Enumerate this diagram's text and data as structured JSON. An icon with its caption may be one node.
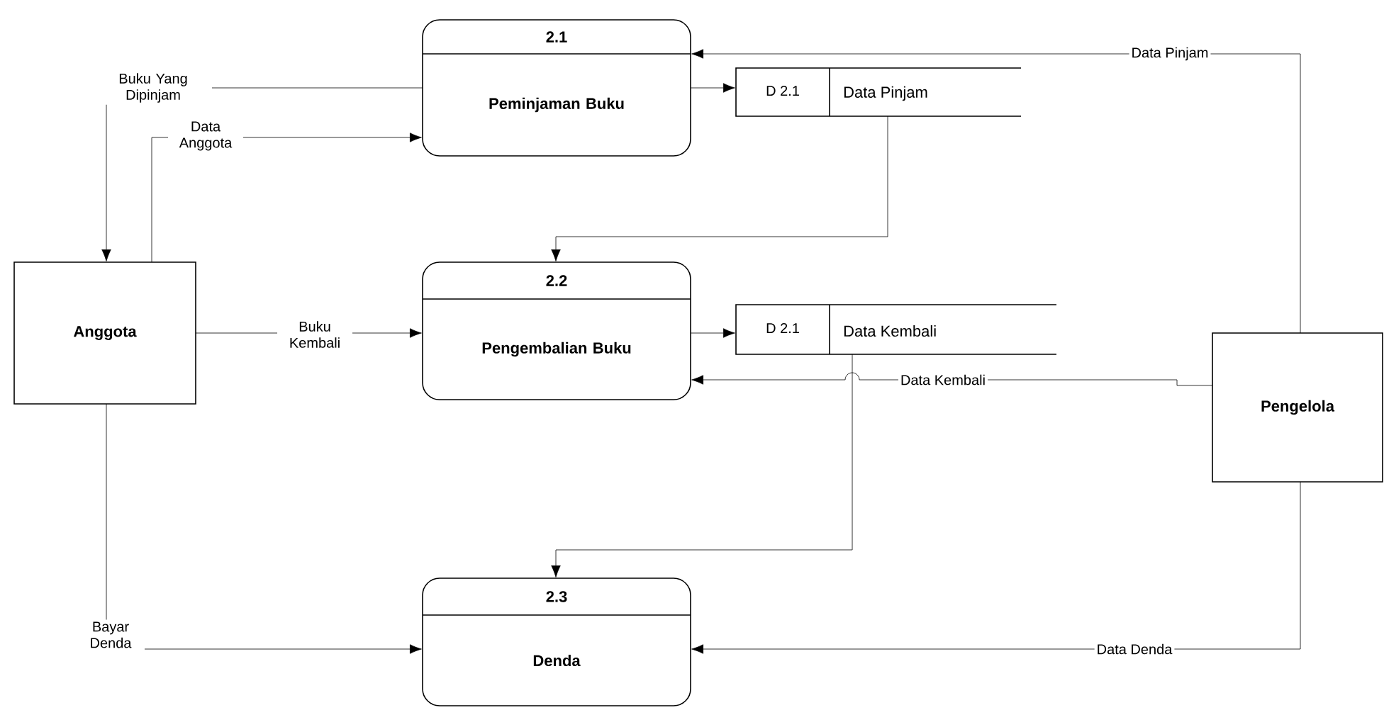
{
  "diagram": {
    "nodes": [
      {
        "text": [
          "Anggota"
        ]
      },
      {
        "text": [
          "2.1",
          "Peminjaman Buku"
        ]
      },
      {
        "text": [
          "D 2.1",
          "Data Pinjam"
        ]
      },
      {
        "text": [
          "2.2",
          "Pengembalian Buku"
        ]
      },
      {
        "text": [
          "D 2.1",
          "Data Kembali"
        ]
      },
      {
        "text": [
          "2.3",
          "Denda"
        ]
      },
      {
        "text": [
          "Pengelola"
        ]
      }
    ],
    "edges": [
      {
        "from": 1,
        "to": 0,
        "arrow": "to",
        "label": "Buku Yang Dipinjam"
      },
      {
        "from": 0,
        "to": 1,
        "arrow": "to",
        "label": "Data Anggota"
      },
      {
        "from": 1,
        "to": 2,
        "arrow": "to"
      },
      {
        "from": 2,
        "to": 3,
        "arrow": "to"
      },
      {
        "from": 0,
        "to": 3,
        "arrow": "to",
        "label": "Buku Kembali"
      },
      {
        "from": 3,
        "to": 4,
        "arrow": "to"
      },
      {
        "from": 6,
        "to": 3,
        "arrow": "to",
        "label": "Data Kembali"
      },
      {
        "from": 6,
        "to": 1,
        "arrow": "to",
        "label": "Data Pinjam"
      },
      {
        "from": 4,
        "to": 5,
        "arrow": "to"
      },
      {
        "from": 0,
        "to": 5,
        "arrow": "to",
        "label": "Bayar Denda"
      },
      {
        "from": 6,
        "to": 5,
        "arrow": "to",
        "label": "Data Denda"
      }
    ]
  }
}
